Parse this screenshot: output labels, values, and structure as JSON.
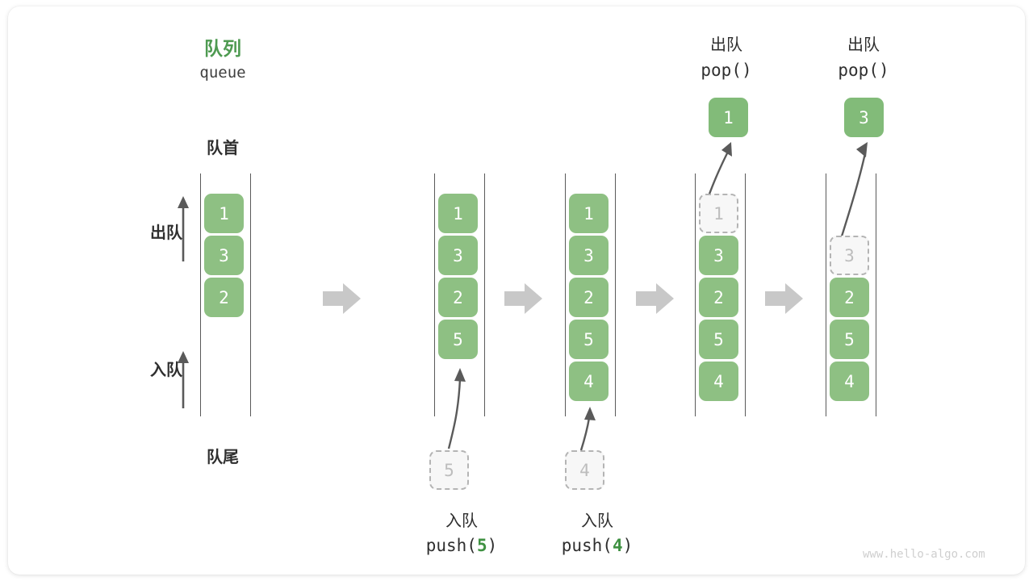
{
  "diagram": {
    "title_cn": "队列",
    "title_en": "queue",
    "front_label": "队首",
    "rear_label": "队尾",
    "dequeue_label": "出队",
    "enqueue_label": "入队",
    "watermark": "www.hello-algo.com",
    "accent_green": "#4e9a51",
    "cell_green": "#8ec083",
    "ghost_gray": "#b4b4b4",
    "rail_gray": "#5a5a5a",
    "transition_arrow_gray": "#c8c8c8"
  },
  "columns": [
    {
      "id": "initial",
      "caption_cn": "",
      "caption_mono_pre": "",
      "caption_mono_arg": "",
      "caption_mono_post": "",
      "items": [
        "1",
        "3",
        "2"
      ],
      "ghost_index": -1,
      "incoming_value": "",
      "popped_value": "",
      "op_title_cn": "",
      "op_title_mono": ""
    },
    {
      "id": "push5",
      "caption_cn": "入队",
      "caption_mono_pre": "push(",
      "caption_mono_arg": "5",
      "caption_mono_post": ")",
      "items": [
        "1",
        "3",
        "2",
        "5"
      ],
      "ghost_index": -1,
      "incoming_value": "5",
      "popped_value": "",
      "op_title_cn": "",
      "op_title_mono": ""
    },
    {
      "id": "push4",
      "caption_cn": "入队",
      "caption_mono_pre": "push(",
      "caption_mono_arg": "4",
      "caption_mono_post": ")",
      "items": [
        "1",
        "3",
        "2",
        "5",
        "4"
      ],
      "ghost_index": -1,
      "incoming_value": "4",
      "popped_value": "",
      "op_title_cn": "",
      "op_title_mono": ""
    },
    {
      "id": "pop1",
      "caption_cn": "",
      "caption_mono_pre": "",
      "caption_mono_arg": "",
      "caption_mono_post": "",
      "items": [
        "1",
        "3",
        "2",
        "5",
        "4"
      ],
      "ghost_index": 0,
      "incoming_value": "",
      "popped_value": "1",
      "op_title_cn": "出队",
      "op_title_mono": "pop()"
    },
    {
      "id": "pop3",
      "caption_cn": "",
      "caption_mono_pre": "",
      "caption_mono_arg": "",
      "caption_mono_post": "",
      "items": [
        "3",
        "2",
        "5",
        "4"
      ],
      "ghost_index": 0,
      "incoming_value": "",
      "popped_value": "3",
      "op_title_cn": "出队",
      "op_title_mono": "pop()"
    }
  ],
  "cells": {
    "c1_1": "1",
    "c1_3": "3",
    "c1_2": "2",
    "c2_1": "1",
    "c2_3": "3",
    "c2_2": "2",
    "c2_5": "5",
    "c2_ghost": "5",
    "c3_1": "1",
    "c3_3": "3",
    "c3_2": "2",
    "c3_5": "5",
    "c3_4": "4",
    "c3_ghost": "4",
    "c4_ghost": "1",
    "c4_3": "3",
    "c4_2": "2",
    "c4_5": "5",
    "c4_4": "4",
    "c4_pop": "1",
    "c5_ghost": "3",
    "c5_2": "2",
    "c5_5": "5",
    "c5_4": "4",
    "c5_pop": "3"
  }
}
